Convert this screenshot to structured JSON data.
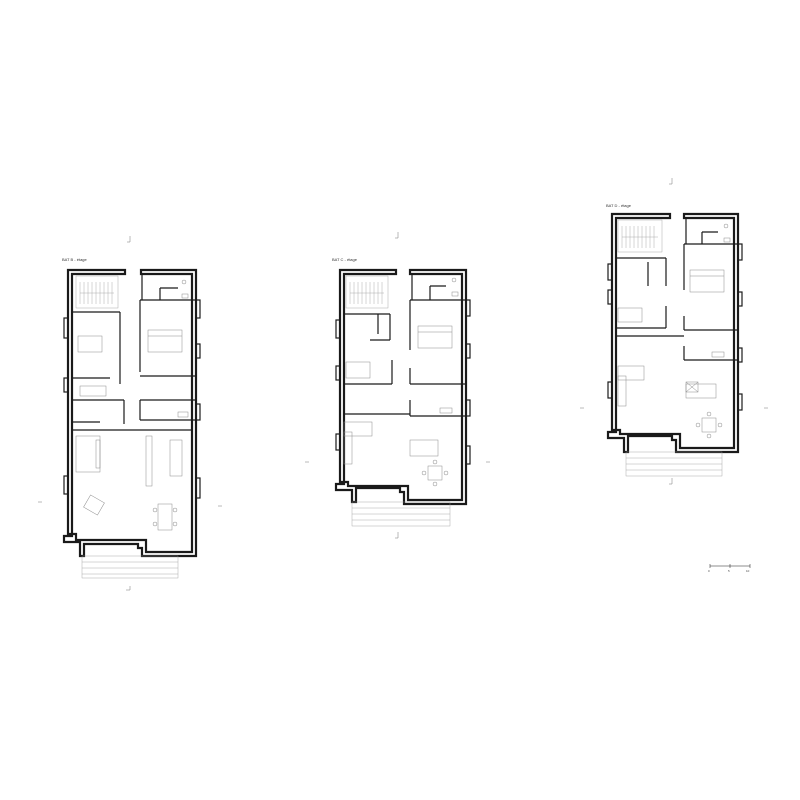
{
  "plans": [
    {
      "id": "plan-a",
      "title": "BAT B - étage"
    },
    {
      "id": "plan-b",
      "title": "BAT C - étage"
    },
    {
      "id": "plan-c",
      "title": "BAT D - étage"
    }
  ],
  "scale_bar": {
    "labels": [
      "0",
      "5",
      "10"
    ]
  },
  "colors": {
    "wall": "#1a1a1a",
    "furniture": "#8a8a8a",
    "paper": "#ffffff"
  }
}
